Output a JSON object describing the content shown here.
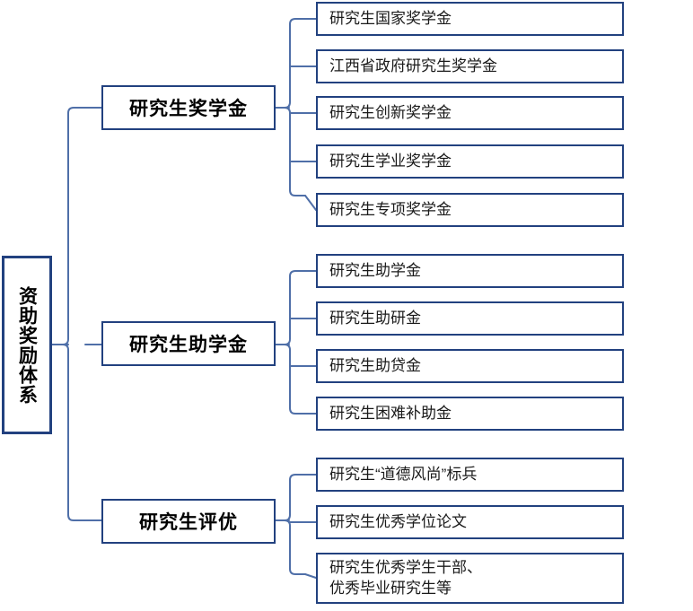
{
  "diagram": {
    "type": "organizational-tree",
    "orientation": "left-to-right",
    "colors": {
      "node_border": "#22417F",
      "connector": "#4F6FA8",
      "background": "#FFFFFF",
      "text": "#000000"
    },
    "root": {
      "label": "资助奖励体系",
      "text_direction": "vertical"
    },
    "groups": [
      {
        "label": "研究生奖学金",
        "items": [
          {
            "label": "研究生国家奖学金"
          },
          {
            "label": "江西省政府研究生奖学金"
          },
          {
            "label": "研究生创新奖学金"
          },
          {
            "label": "研究生学业奖学金"
          },
          {
            "label": "研究生专项奖学金"
          }
        ]
      },
      {
        "label": "研究生助学金",
        "items": [
          {
            "label": "研究生助学金"
          },
          {
            "label": "研究生助研金"
          },
          {
            "label": "研究生助贷金"
          },
          {
            "label": "研究生困难补助金"
          }
        ]
      },
      {
        "label": "研究生评优",
        "items": [
          {
            "label": "研究生“道德风尚”标兵"
          },
          {
            "label": "研究生优秀学位论文"
          },
          {
            "label": "研究生优秀学生干部、\n优秀毕业研究生等"
          }
        ]
      }
    ]
  }
}
